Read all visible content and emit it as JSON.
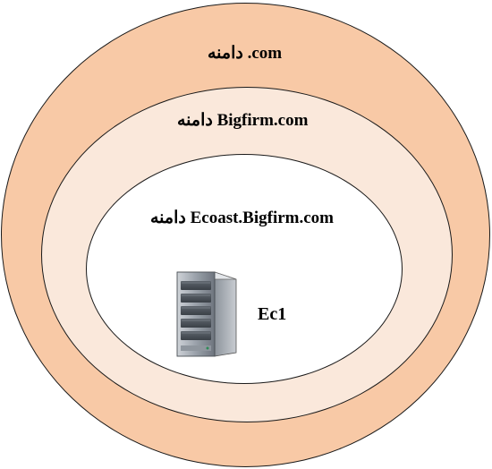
{
  "domains": {
    "outer_label": "دامنه .com",
    "middle_label": "دامنه Bigfirm.com",
    "inner_label": "دامنه Ecoast.Bigfirm.com"
  },
  "server": {
    "name": "Ec1",
    "icon": "server-icon"
  },
  "colors": {
    "outer_fill": "#f8c9a6",
    "middle_fill": "#fae8db",
    "inner_fill": "#ffffff",
    "border": "#1a1a1a"
  }
}
